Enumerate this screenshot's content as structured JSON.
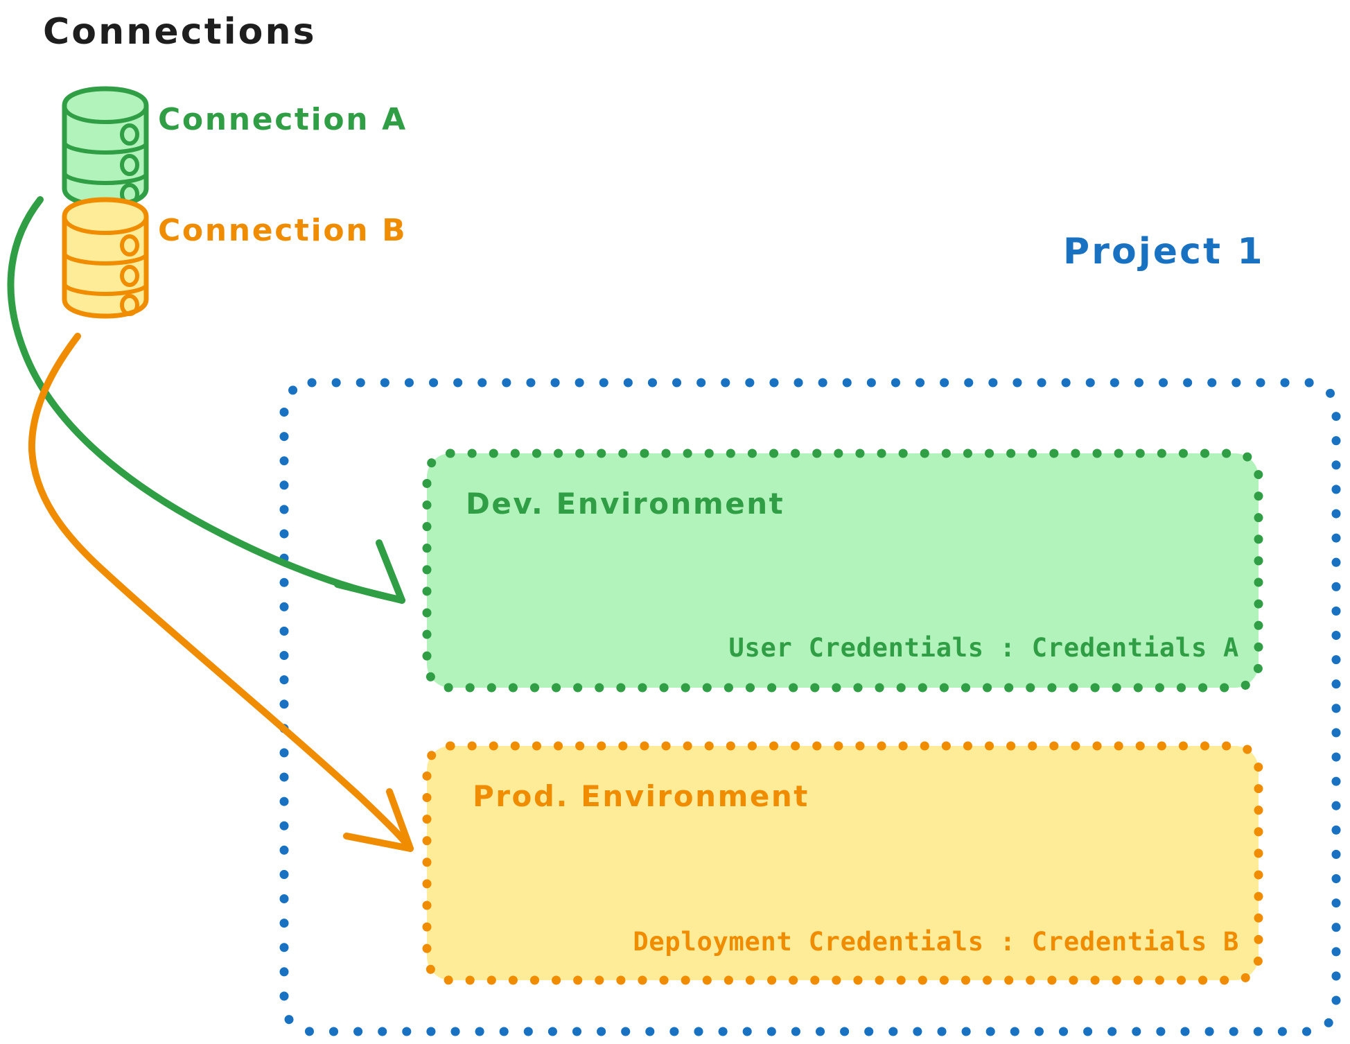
{
  "diagram": {
    "title": "Connections",
    "connections": [
      {
        "id": "connection-a",
        "label": "Connection A",
        "color": "#2f9e44",
        "fill": "#b2f2bb",
        "icon": "database-cylinder-icon"
      },
      {
        "id": "connection-b",
        "label": "Connection B",
        "color": "#f08c00",
        "fill": "#ffec99",
        "icon": "database-cylinder-icon"
      }
    ],
    "project": {
      "label": "Project 1",
      "color": "#1971c2",
      "border_style": "dotted",
      "environments": [
        {
          "id": "dev-environment",
          "title": "Dev. Environment",
          "credential_label": "User Credentials",
          "credential_value": "Credentials A",
          "credential_line": "User Credentials : Credentials A",
          "color": "#2f9e44",
          "fill": "#b2f2bb",
          "source_connection": "Connection A"
        },
        {
          "id": "prod-environment",
          "title": "Prod. Environment",
          "credential_label": "Deployment Credentials",
          "credential_value": "Credentials B",
          "credential_line": "Deployment Credentials : Credentials B",
          "color": "#f08c00",
          "fill": "#ffec99",
          "source_connection": "Connection B"
        }
      ]
    },
    "arrows": [
      {
        "id": "arrow-connection-a-to-dev",
        "from": "Connection A",
        "to": "Dev. Environment",
        "color": "#2f9e44"
      },
      {
        "id": "arrow-connection-b-to-prod",
        "from": "Connection B",
        "to": "Prod. Environment",
        "color": "#f08c00"
      }
    ],
    "colors": {
      "background": "#ffffff",
      "title_text": "#1e1e1e",
      "green_stroke": "#2f9e44",
      "green_fill": "#b2f2bb",
      "orange_stroke": "#f08c00",
      "orange_fill": "#ffec99",
      "blue_stroke": "#1971c2"
    }
  }
}
